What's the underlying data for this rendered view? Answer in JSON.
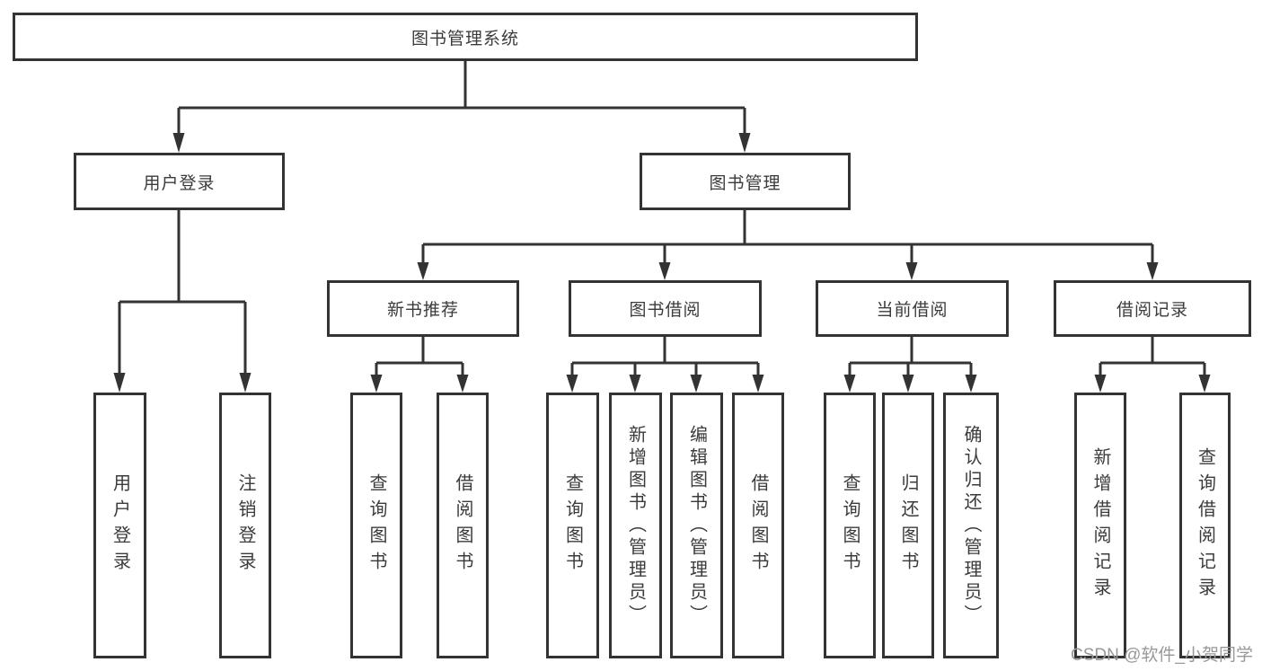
{
  "diagram": {
    "type": "hierarchy-tree",
    "colors": {
      "line": "#333333",
      "border": "#333333",
      "text": "#3b3b3b",
      "background": "#ffffff",
      "watermark": "#989898"
    },
    "watermark": "CSDN @软件_小贺同学"
  },
  "tree": {
    "root": {
      "label": "图书管理系统",
      "children": [
        {
          "label": "用户登录",
          "children": [
            {
              "label": "用户登录"
            },
            {
              "label": "注销登录"
            }
          ]
        },
        {
          "label": "图书管理",
          "children": [
            {
              "label": "新书推荐",
              "children": [
                {
                  "label": "查询图书"
                },
                {
                  "label": "借阅图书"
                }
              ]
            },
            {
              "label": "图书借阅",
              "children": [
                {
                  "label": "查询图书"
                },
                {
                  "label": "新增图书（管理员）"
                },
                {
                  "label": "编辑图书（管理员）"
                },
                {
                  "label": "借阅图书"
                }
              ]
            },
            {
              "label": "当前借阅",
              "children": [
                {
                  "label": "查询图书"
                },
                {
                  "label": "归还图书"
                },
                {
                  "label": "确认归还（管理员）"
                }
              ]
            },
            {
              "label": "借阅记录",
              "children": [
                {
                  "label": "新增借阅记录"
                },
                {
                  "label": "查询借阅记录"
                }
              ]
            }
          ]
        }
      ]
    }
  }
}
